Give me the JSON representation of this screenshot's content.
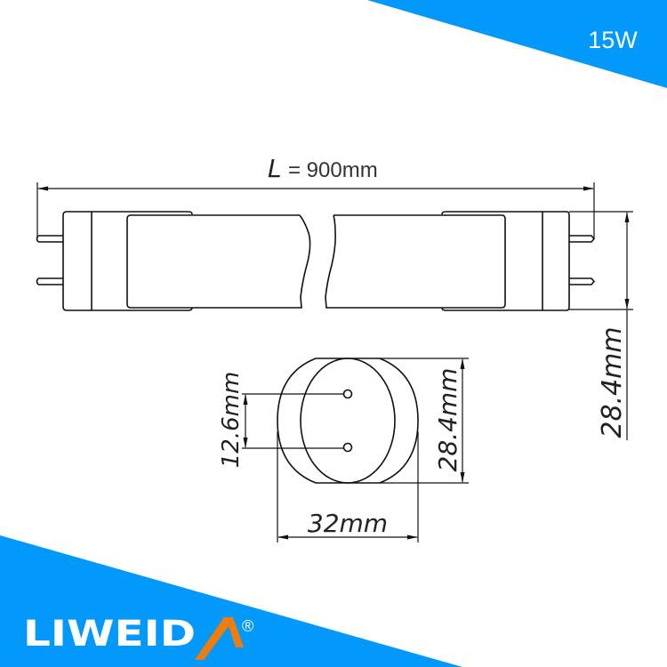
{
  "badge": {
    "wattage": "15W",
    "color": "#0399fb"
  },
  "drawing": {
    "length_symbol": "L",
    "length_value": "= 900mm",
    "side_height": "28.4mm",
    "pin_spacing": "12.6mm",
    "end_height": "28.4mm",
    "end_width": "32mm"
  },
  "brand": {
    "name": "LIWEID",
    "accent_letter_color": "#f07d0b",
    "registered_mark": "®",
    "band_color": "#0399fb"
  }
}
